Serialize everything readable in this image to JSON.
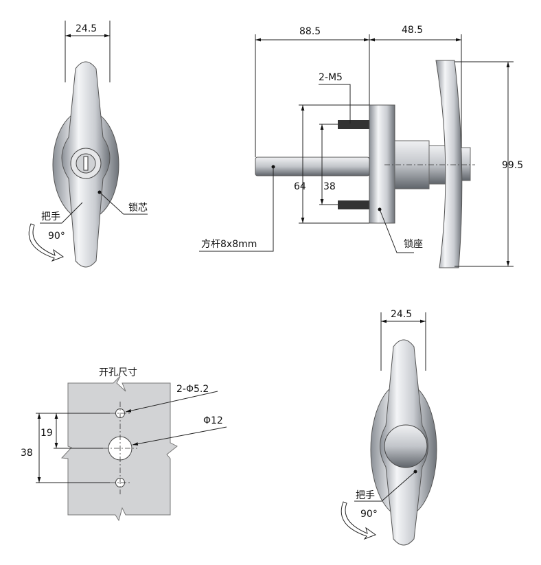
{
  "front_view_top": {
    "width_dim": "24.5",
    "label_handle": "把手",
    "label_angle": "90°",
    "label_core": "锁芯"
  },
  "side_view": {
    "dim_shaft": "88.5",
    "dim_handle": "48.5",
    "dim_height": "99.5",
    "dim_flange": "64",
    "dim_studs": "38",
    "label_studs": "2-M5",
    "label_shaft": "方杆8x8mm",
    "label_base": "锁座"
  },
  "cutout": {
    "title": "开孔尺寸",
    "label_small_holes": "2-Φ5.2",
    "label_center_hole": "Φ12",
    "dim_half": "19",
    "dim_full": "38"
  },
  "front_view_bottom": {
    "width_dim": "24.5",
    "label_handle": "把手",
    "label_angle": "90°"
  }
}
